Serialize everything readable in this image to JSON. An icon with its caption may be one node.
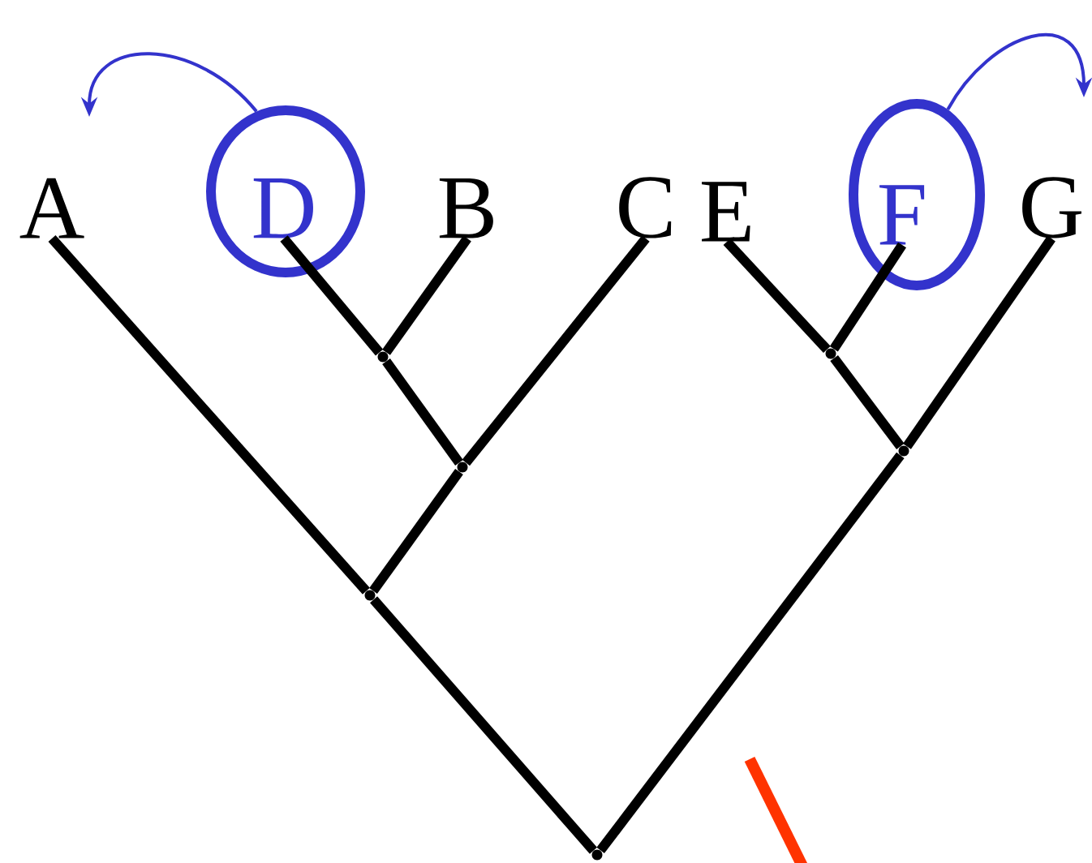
{
  "diagram": {
    "nodes": [
      {
        "text": [
          "A"
        ]
      },
      {
        "text": [],
        "shape": "circle"
      },
      {
        "text": [
          "D"
        ],
        "in": 1
      },
      {
        "text": [
          "B"
        ]
      },
      {
        "text": [
          "C"
        ]
      },
      {
        "text": [
          "E"
        ]
      },
      {
        "text": [],
        "shape": "circle"
      },
      {
        "text": [
          "F"
        ],
        "in": 6
      },
      {
        "text": [
          "G"
        ]
      },
      {
        "text": [],
        "shape": "point"
      },
      {
        "text": [],
        "shape": "point"
      },
      {
        "text": [],
        "shape": "point"
      },
      {
        "text": [],
        "shape": "point"
      },
      {
        "text": [],
        "shape": "point"
      },
      {
        "text": [],
        "shape": "point"
      }
    ],
    "edges": [
      {
        "from": 9,
        "to": 2,
        "arrow": "none"
      },
      {
        "from": 9,
        "to": 3,
        "arrow": "none"
      },
      {
        "from": 10,
        "to": 9,
        "arrow": "none"
      },
      {
        "from": 10,
        "to": 4,
        "arrow": "none"
      },
      {
        "from": 11,
        "to": 0,
        "arrow": "none"
      },
      {
        "from": 11,
        "to": 10,
        "arrow": "none"
      },
      {
        "from": 14,
        "to": 11,
        "arrow": "none"
      },
      {
        "from": 12,
        "to": 5,
        "arrow": "none"
      },
      {
        "from": 12,
        "to": 7,
        "arrow": "none"
      },
      {
        "from": 13,
        "to": 12,
        "arrow": "none"
      },
      {
        "from": 13,
        "to": 8,
        "arrow": "none"
      },
      {
        "from": 14,
        "to": 13,
        "arrow": "none"
      },
      {
        "from": 1,
        "to": null,
        "arrow": "to",
        "color": "#3333cc"
      },
      {
        "from": 6,
        "to": null,
        "arrow": "to",
        "color": "#3333cc"
      }
    ]
  }
}
